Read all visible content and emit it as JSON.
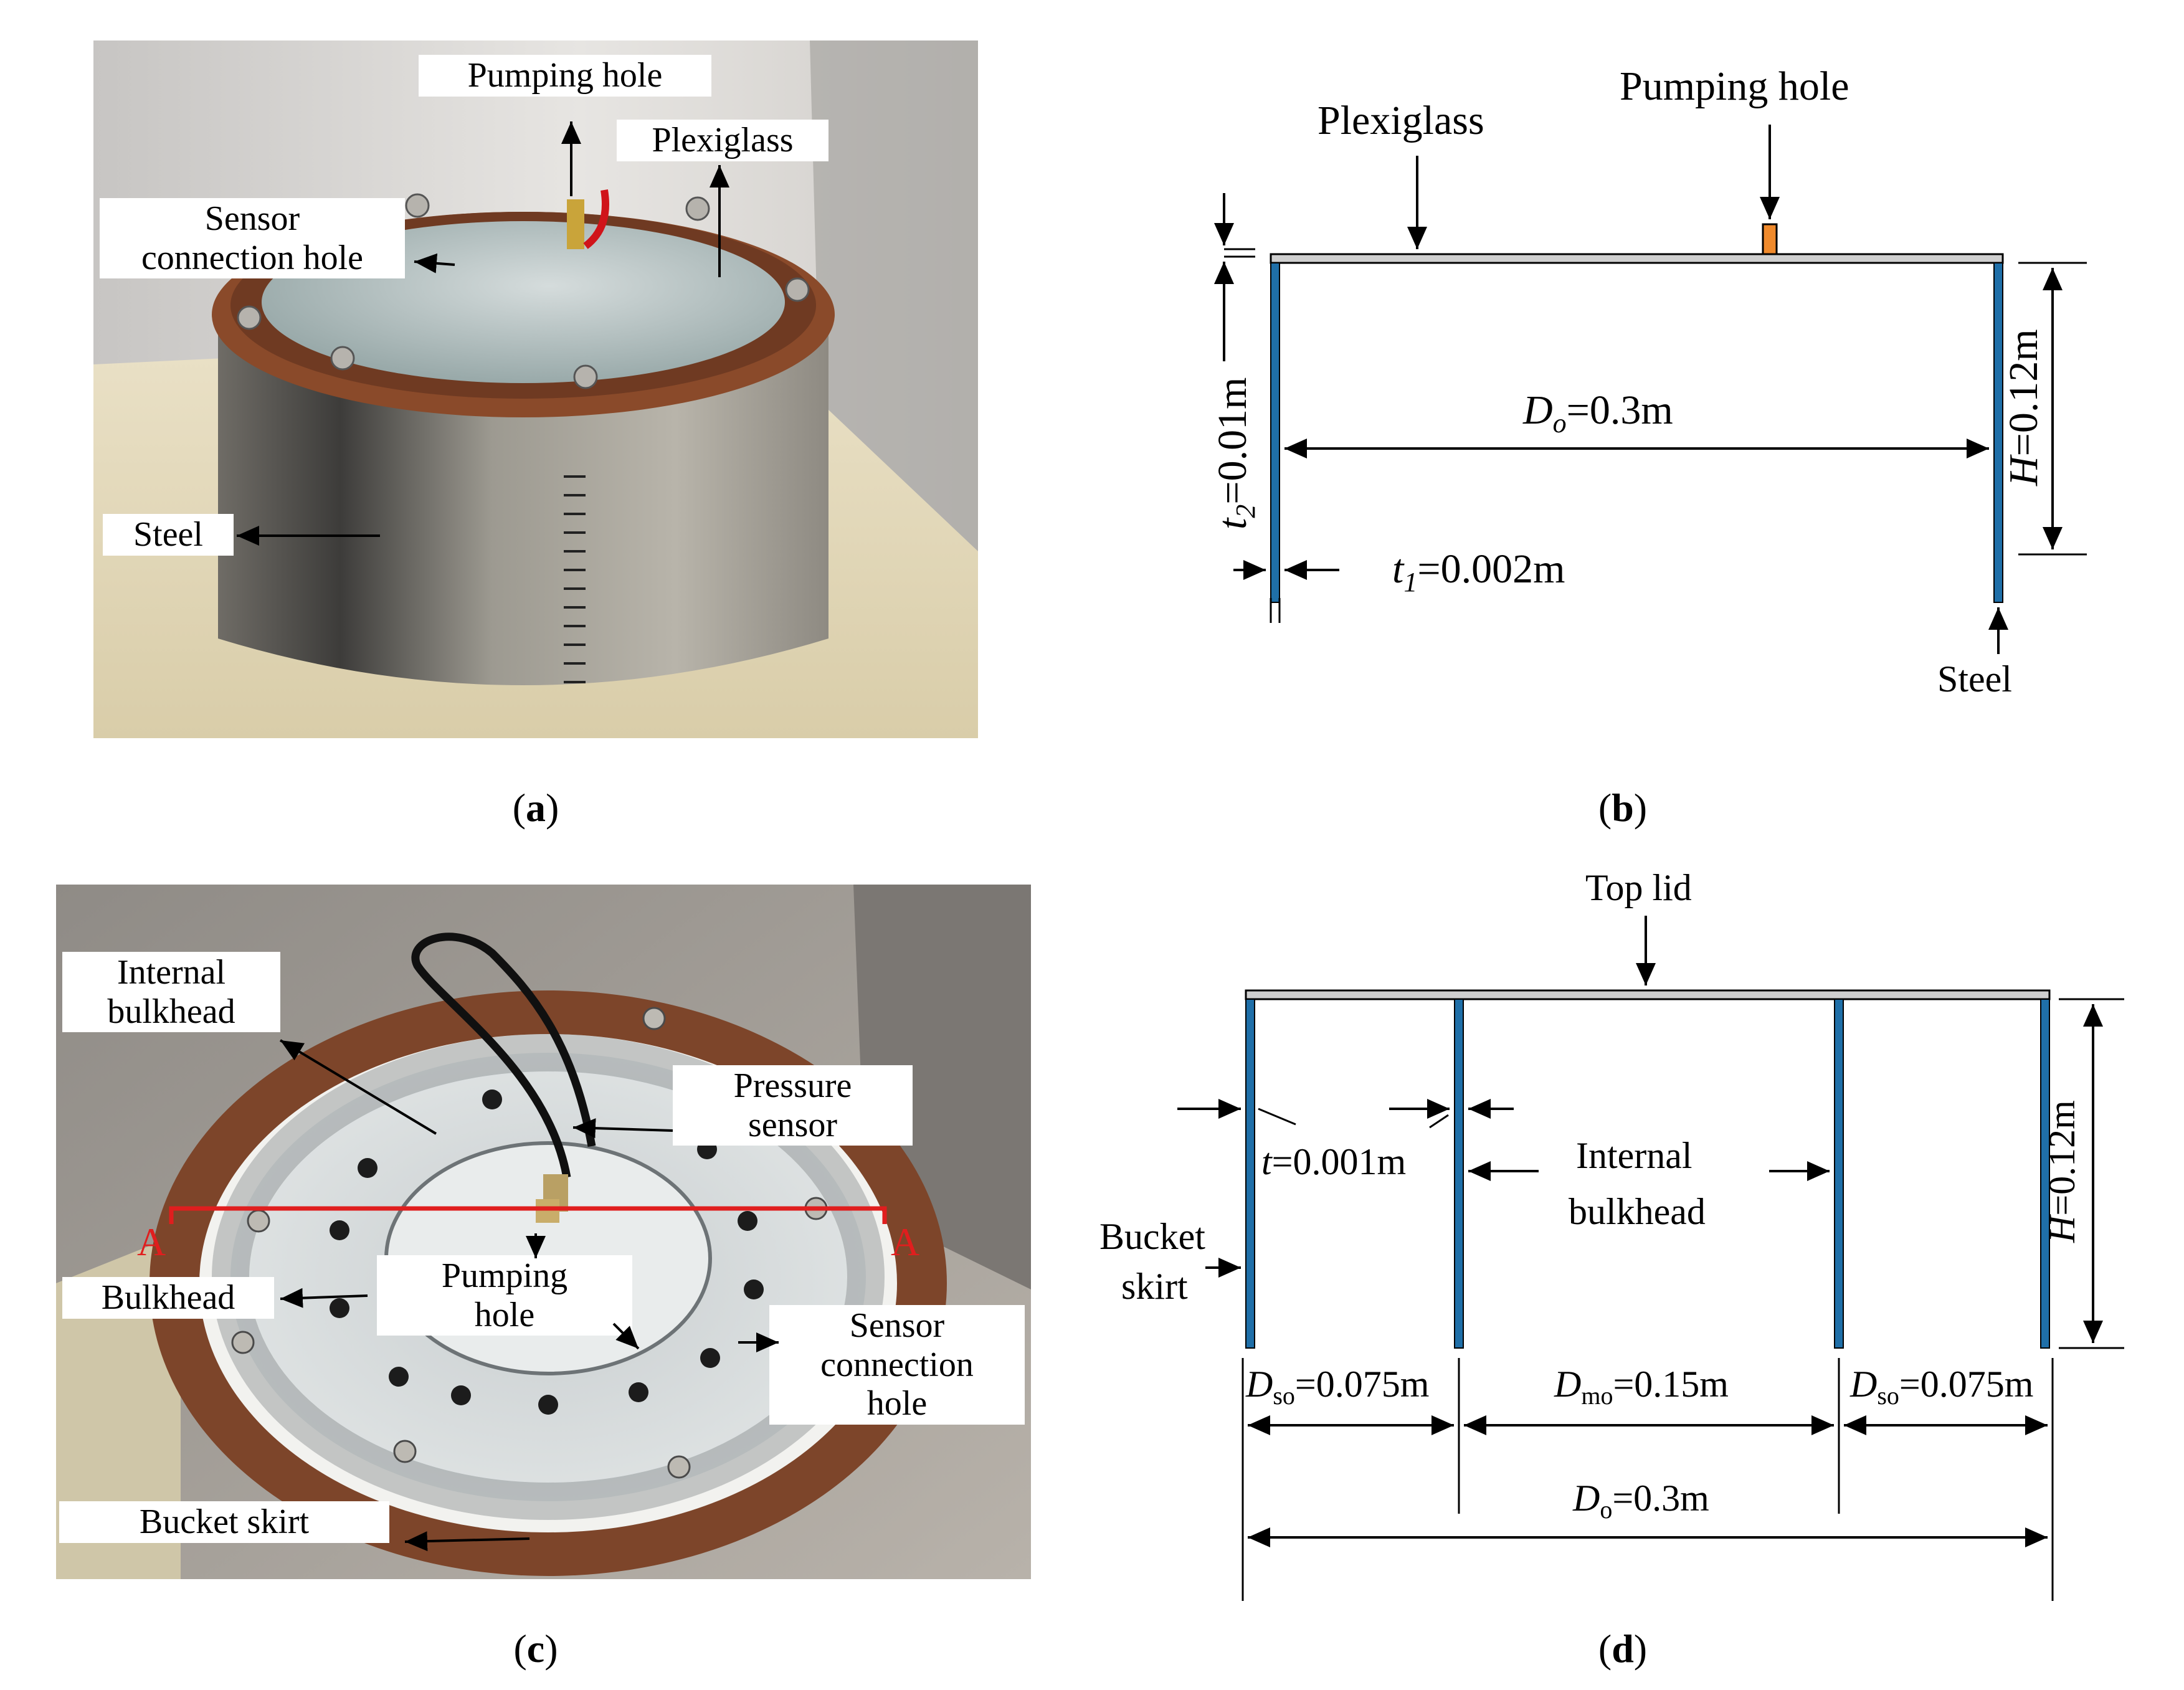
{
  "panel_a": {
    "caption_letter": "a",
    "labels": {
      "pumping_hole": "Pumping hole",
      "plexiglass": "Plexiglass",
      "sensor_hole_line1": "Sensor",
      "sensor_hole_line2": "connection hole",
      "steel": "Steel"
    }
  },
  "panel_b": {
    "caption_letter": "b",
    "labels": {
      "plexiglass": "Plexiglass",
      "pumping_hole": "Pumping hole",
      "steel": "Steel",
      "t2_sym": "t",
      "t2_sub": "2",
      "t2_val": "=0.01m",
      "do_sym": "D",
      "do_sub": "o",
      "do_val": "=0.3m",
      "h_sym": "H",
      "h_val": "=0.12m",
      "t1_sym": "t",
      "t1_sub": "1",
      "t1_val": "=0.002m"
    }
  },
  "panel_c": {
    "caption_letter": "c",
    "labels": {
      "internal_bulkhead_line1": "Internal",
      "internal_bulkhead_line2": "bulkhead",
      "pressure_sensor_line1": "Pressure",
      "pressure_sensor_line2": "sensor",
      "bulkhead": "Bulkhead",
      "pumping_hole_line1": "Pumping",
      "pumping_hole_line2": "hole",
      "sensor_hole_line1": "Sensor",
      "sensor_hole_line2": "connection",
      "sensor_hole_line3": "hole",
      "bucket_skirt": "Bucket skirt",
      "section_left": "A",
      "section_right": "A"
    }
  },
  "panel_d": {
    "caption_letter": "d",
    "labels": {
      "top_lid": "Top lid",
      "t_sym": "t",
      "t_val": "=0.001m",
      "internal_bulkhead_line1": "Internal",
      "internal_bulkhead_line2": "bulkhead",
      "bucket_skirt_line1": "Bucket",
      "bucket_skirt_line2": "skirt",
      "h_sym": "H",
      "h_val": "=0.12m",
      "dso_left_sym": "D",
      "dso_left_sub": "so",
      "dso_left_val": "=0.075m",
      "dmo_sym": "D",
      "dmo_sub": "mo",
      "dmo_val": "=0.15m",
      "dso_right_sym": "D",
      "dso_right_sub": "so",
      "dso_right_val": "=0.075m",
      "do_sym": "D",
      "do_sub": "o",
      "do_val": "=0.3m"
    }
  },
  "colors": {
    "steel_blue": "#1f6fa8",
    "plexiglass_gray": "#cfcfcf",
    "pumping_orange": "#f08a2c",
    "section_red": "#e01e1e",
    "rust": "#8a4a2a"
  }
}
